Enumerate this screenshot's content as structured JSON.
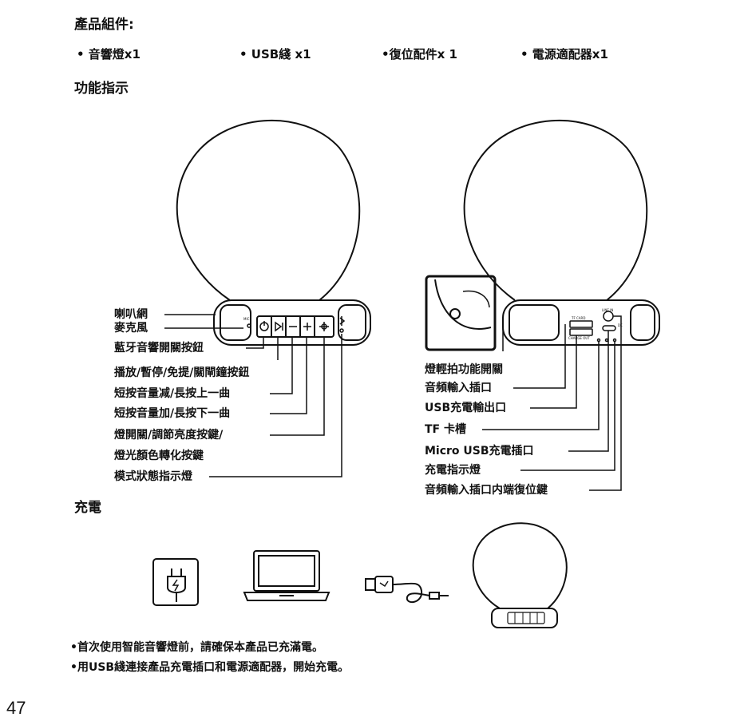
{
  "components": {
    "heading": "產品組件:",
    "items": [
      "• 音響燈x1",
      "• USB綫 x1",
      "•復位配件x 1",
      "• 電源適配器x1"
    ]
  },
  "functions": {
    "heading": "功能指示",
    "left_labels": [
      "喇叭網",
      "麥克風",
      "藍牙音響開關按鈕",
      "播放/暫停/免提/關閘鐘按鈕",
      "短按音量减/長按上一曲",
      "短按音量加/長按下一曲",
      "燈開關/調節亮度按鍵/",
      "燈光顏色轉化按鍵",
      "模式狀態指示燈"
    ],
    "right_labels": [
      "燈輕拍功能開關",
      "音頻輸入插口",
      "USB充電輸出口",
      "TF 卡槽",
      "Micro USB充電插口",
      "充電指示燈",
      "音頻輸入插口内端復位鍵"
    ]
  },
  "device_marks": {
    "mic": "MIC",
    "tf": "TF CARD",
    "charge_out": "CHARGE OUT",
    "line_in": "LINE IN",
    "dc": "DC"
  },
  "charging": {
    "heading": "充電",
    "notes": [
      "•首次使用智能音響燈前，請確保本產品已充滿電。",
      "•用USB綫連接產品充電插口和電源適配器，開始充電。"
    ]
  },
  "page_number": "47"
}
